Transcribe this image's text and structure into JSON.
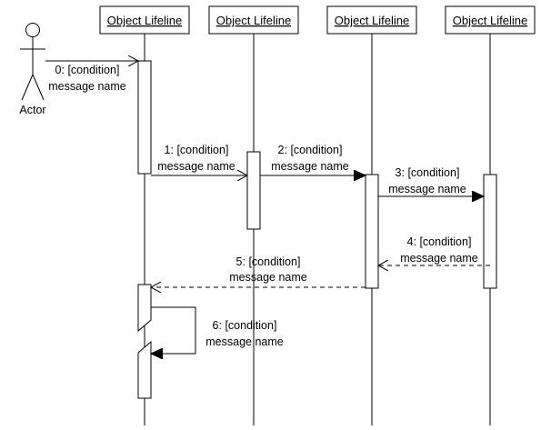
{
  "diagram": {
    "type": "uml-sequence",
    "actor": {
      "label": "Actor"
    },
    "lifelines": [
      {
        "label": "Object Lifeline"
      },
      {
        "label": "Object Lifeline"
      },
      {
        "label": "Object Lifeline"
      },
      {
        "label": "Object Lifeline"
      }
    ],
    "messages": [
      {
        "line1": "0: [condition]",
        "line2": "message name",
        "from": "actor",
        "to": "lifeline-1",
        "style": "solid-open-arrow"
      },
      {
        "line1": "1: [condition]",
        "line2": "message name",
        "from": "lifeline-1",
        "to": "lifeline-2",
        "style": "solid-open-arrow"
      },
      {
        "line1": "2: [condition]",
        "line2": "message name",
        "from": "lifeline-2",
        "to": "lifeline-3",
        "style": "solid-filled-arrow"
      },
      {
        "line1": "3: [condition]",
        "line2": "message name",
        "from": "lifeline-3",
        "to": "lifeline-4",
        "style": "solid-filled-arrow"
      },
      {
        "line1": "4: [condition]",
        "line2": "message name",
        "from": "lifeline-4",
        "to": "lifeline-3",
        "style": "dashed-open-arrow"
      },
      {
        "line1": "5: [condition]",
        "line2": "message name",
        "from": "lifeline-3",
        "to": "lifeline-1",
        "style": "dashed-open-arrow"
      },
      {
        "line1": "6: [condition]",
        "line2": "message name",
        "from": "lifeline-1",
        "to": "lifeline-1",
        "style": "self-call-filled-arrow"
      }
    ]
  }
}
